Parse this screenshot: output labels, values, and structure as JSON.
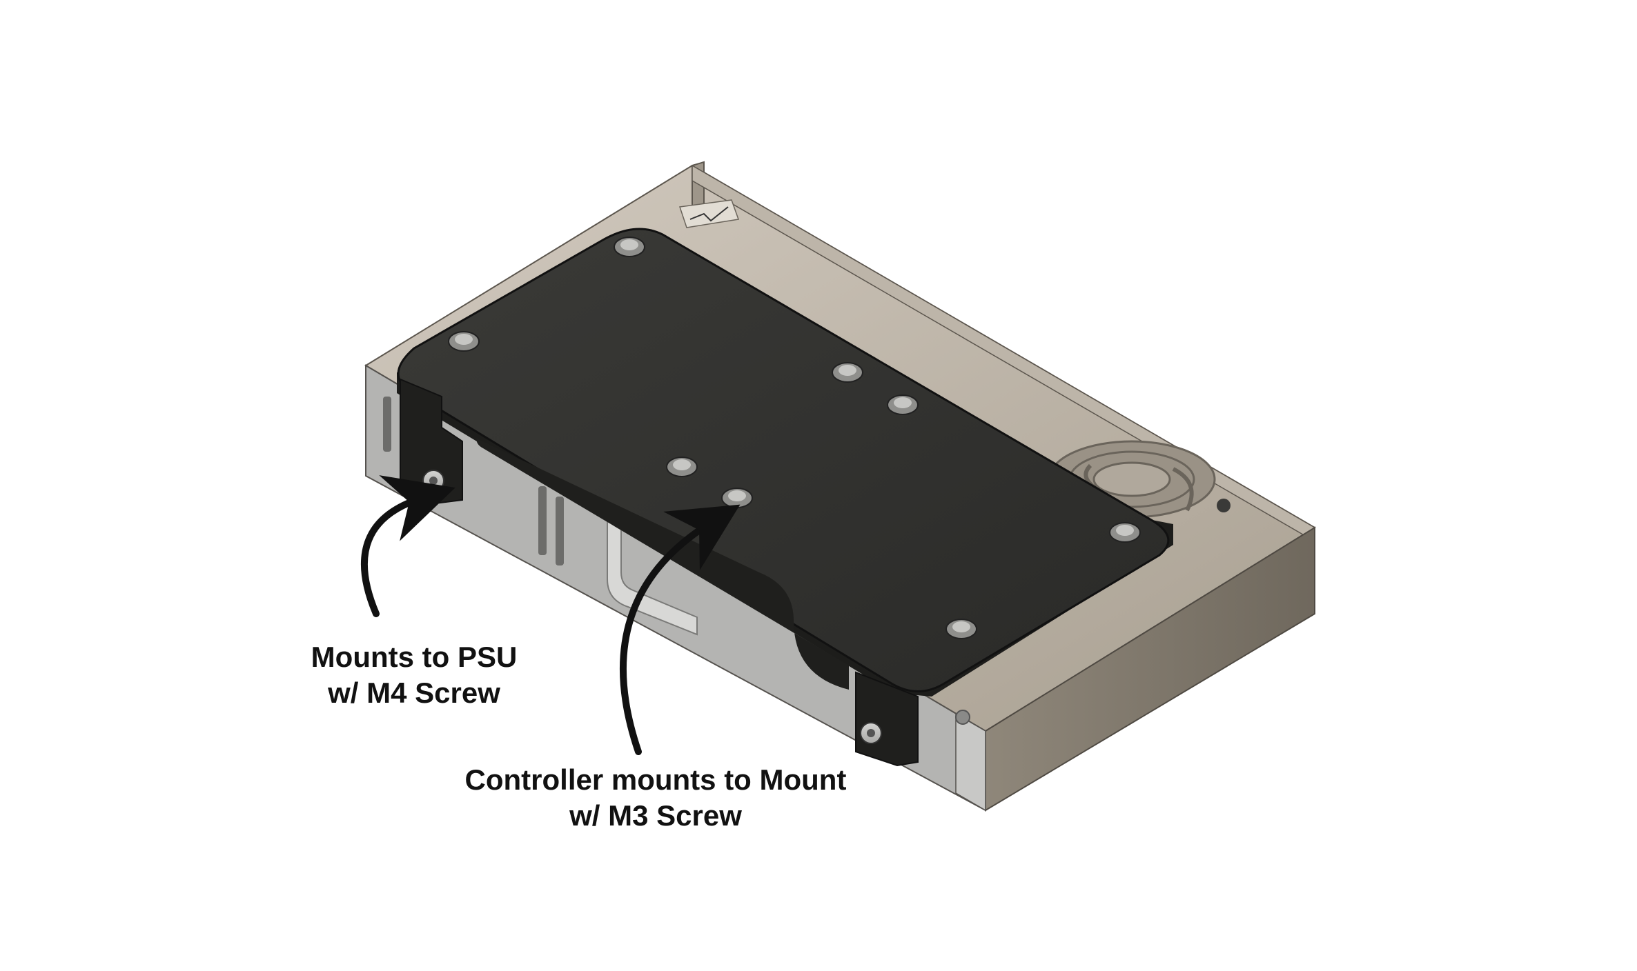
{
  "callouts": {
    "psu_mount": {
      "line1": "Mounts to PSU",
      "line2": "w/ M4 Screw"
    },
    "controller_mount": {
      "line1": "Controller mounts to Mount",
      "line2": "w/ M3 Screw"
    }
  },
  "colors": {
    "background": "#ffffff",
    "psu_body": "#b8b0a4",
    "psu_top": "#c9c1b5",
    "psu_side": "#8c8478",
    "mount_plate": "#2f2f2c",
    "mount_edge": "#1d1d1b",
    "bracket_metal": "#c2c2c0",
    "arrow": "#111111",
    "text": "#111111"
  },
  "icons": {
    "arrow": "curved-arrow-icon",
    "screw": "screw-head-icon",
    "fan": "fan-vent-icon"
  }
}
